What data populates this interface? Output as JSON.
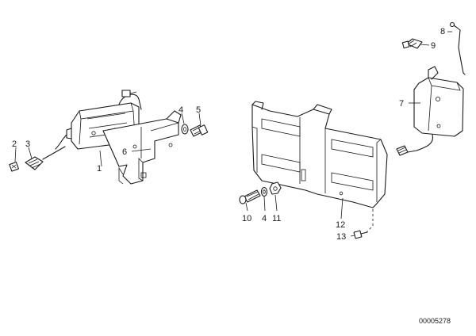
{
  "callouts": {
    "c1": "1",
    "c2": "2",
    "c3": "3",
    "c4a": "4",
    "c5": "5",
    "c6": "6",
    "c7": "7",
    "c8": "8",
    "c9": "9",
    "c10": "10",
    "c4b": "4",
    "c11": "11",
    "c12": "12",
    "c13": "13"
  },
  "document_number": "00005278"
}
